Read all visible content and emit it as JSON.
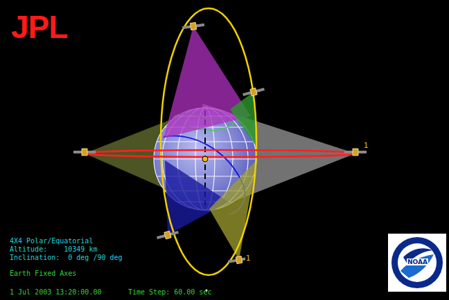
{
  "diagram": {
    "labels": [
      "JPL",
      "4X4 Polar/Equatorial",
      "Altitude:    10349 km",
      "Inclination:  0 deg /90 deg",
      "Earth Fixed Axes",
      "1 Jul 2003 13:20:00.00",
      "Time Step: 60.00 sec",
      "1",
      "1",
      "NOAA"
    ]
  }
}
